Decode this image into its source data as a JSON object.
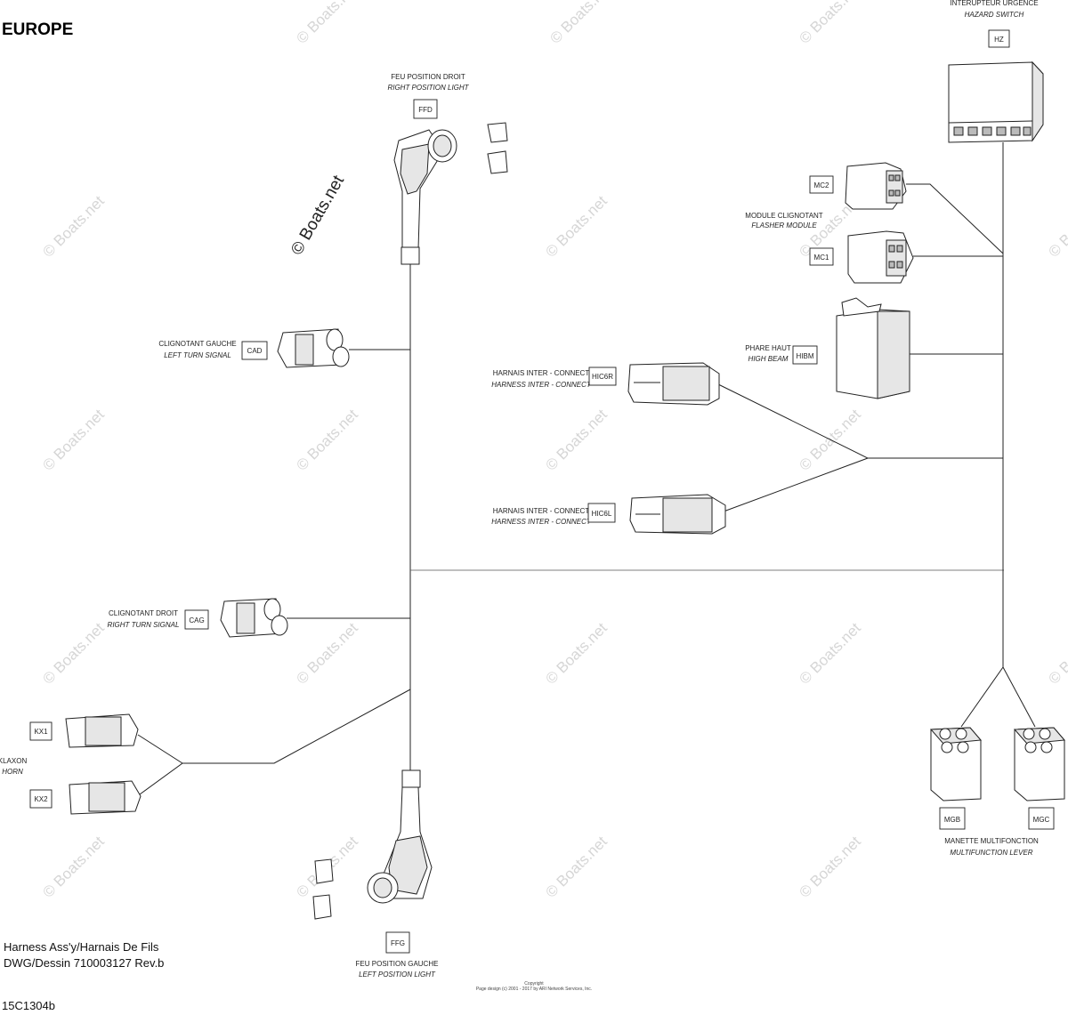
{
  "title": "EUROPE",
  "watermark": "© Boats.net",
  "footer": {
    "line1": "Harness Ass'y/Harnais De Fils",
    "line2": "DWG/Dessin 710003127 Rev.b",
    "code": "15C1304b",
    "copyright_1": "Copyright",
    "copyright_2": "Page design (c) 2001 - 2017 by ARI Network Services, Inc."
  },
  "components": {
    "hz": {
      "fr": "INTERUPTEUR URGENCE",
      "en": "HAZARD SWITCH",
      "code": "HZ"
    },
    "ffd": {
      "fr": "FEU POSITION DROIT",
      "en": "RIGHT POSITION LIGHT",
      "code": "FFD"
    },
    "mc": {
      "fr": "MODULE CLIGNOTANT",
      "en": "FLASHER MODULE",
      "code1": "MC1",
      "code2": "MC2"
    },
    "hibm": {
      "fr": "PHARE HAUT",
      "en": "HIGH BEAM",
      "code": "HIBM"
    },
    "cad": {
      "fr": "CLIGNOTANT GAUCHE",
      "en": "LEFT TURN SIGNAL",
      "code": "CAD"
    },
    "hic6r": {
      "fr": "HARNAIS INTER - CONNECT",
      "en": "HARNESS INTER - CONNECT",
      "code": "HIC6R"
    },
    "hic6l": {
      "fr": "HARNAIS INTER - CONNECT",
      "en": "HARNESS INTER - CONNECT",
      "code": "HIC6L"
    },
    "cag": {
      "fr": "CLIGNOTANT DROIT",
      "en": "RIGHT TURN SIGNAL",
      "code": "CAG"
    },
    "kx": {
      "fr": "KLAXON",
      "en": "HORN",
      "code1": "KX1",
      "code2": "KX2"
    },
    "ffg": {
      "fr": "FEU POSITION GAUCHE",
      "en": "LEFT POSITION LIGHT",
      "code": "FFG"
    },
    "mg": {
      "fr": "MANETTE MULTIFONCTION",
      "en": "MULTIFUNCTION LEVER",
      "codeB": "MGB",
      "codeC": "MGC"
    }
  }
}
